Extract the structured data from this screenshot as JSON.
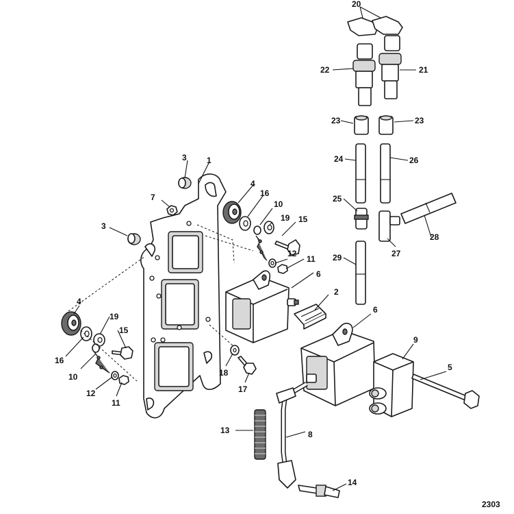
{
  "diagram": {
    "figure_number": "2303",
    "callouts": [
      "1",
      "2",
      "3",
      "3",
      "4",
      "4",
      "5",
      "6",
      "6",
      "7",
      "8",
      "9",
      "10",
      "10",
      "11",
      "11",
      "12",
      "12",
      "13",
      "14",
      "15",
      "15",
      "16",
      "16",
      "17",
      "18",
      "19",
      "19",
      "20",
      "21",
      "22",
      "23",
      "23",
      "24",
      "25",
      "26",
      "27",
      "28",
      "29"
    ]
  }
}
